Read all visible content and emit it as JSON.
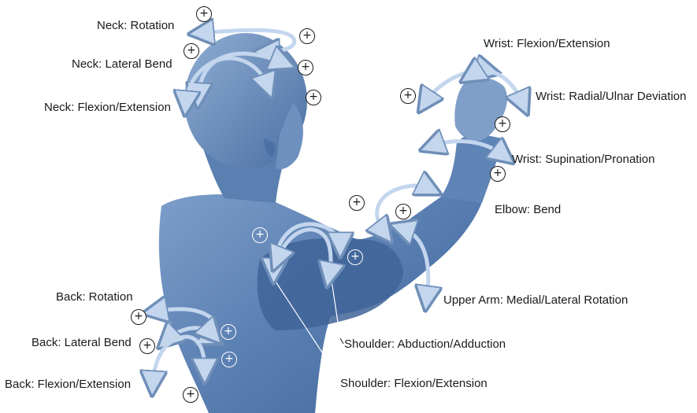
{
  "labels": {
    "neck_rotation": "Neck: Rotation",
    "neck_lateral_bend": "Neck: Lateral Bend",
    "neck_flexion_extension": "Neck: Flexion/Extension",
    "wrist_flexion_extension": "Wrist: Flexion/Extension",
    "wrist_radial_ulnar": "Wrist: Radial/Ulnar Deviation",
    "wrist_supination_pronation": "Wrist: Supination/Pronation",
    "elbow_bend": "Elbow: Bend",
    "upper_arm_rotation": "Upper Arm: Medial/Lateral Rotation",
    "shoulder_abduction": "Shoulder: Abduction/Adduction",
    "shoulder_flexion": "Shoulder: Flexion/Extension",
    "back_rotation": "Back: Rotation",
    "back_lateral_bend": "Back: Lateral Bend",
    "back_flexion_extension": "Back: Flexion/Extension"
  },
  "plus_symbol": "+",
  "colors": {
    "body": "#4f76ab",
    "body_dark": "#3a5f92",
    "body_light": "#7a9cc6",
    "arrow": "#c3d6ee",
    "arrow_edge": "#6f8fb8",
    "text": "#1a1a1a"
  }
}
